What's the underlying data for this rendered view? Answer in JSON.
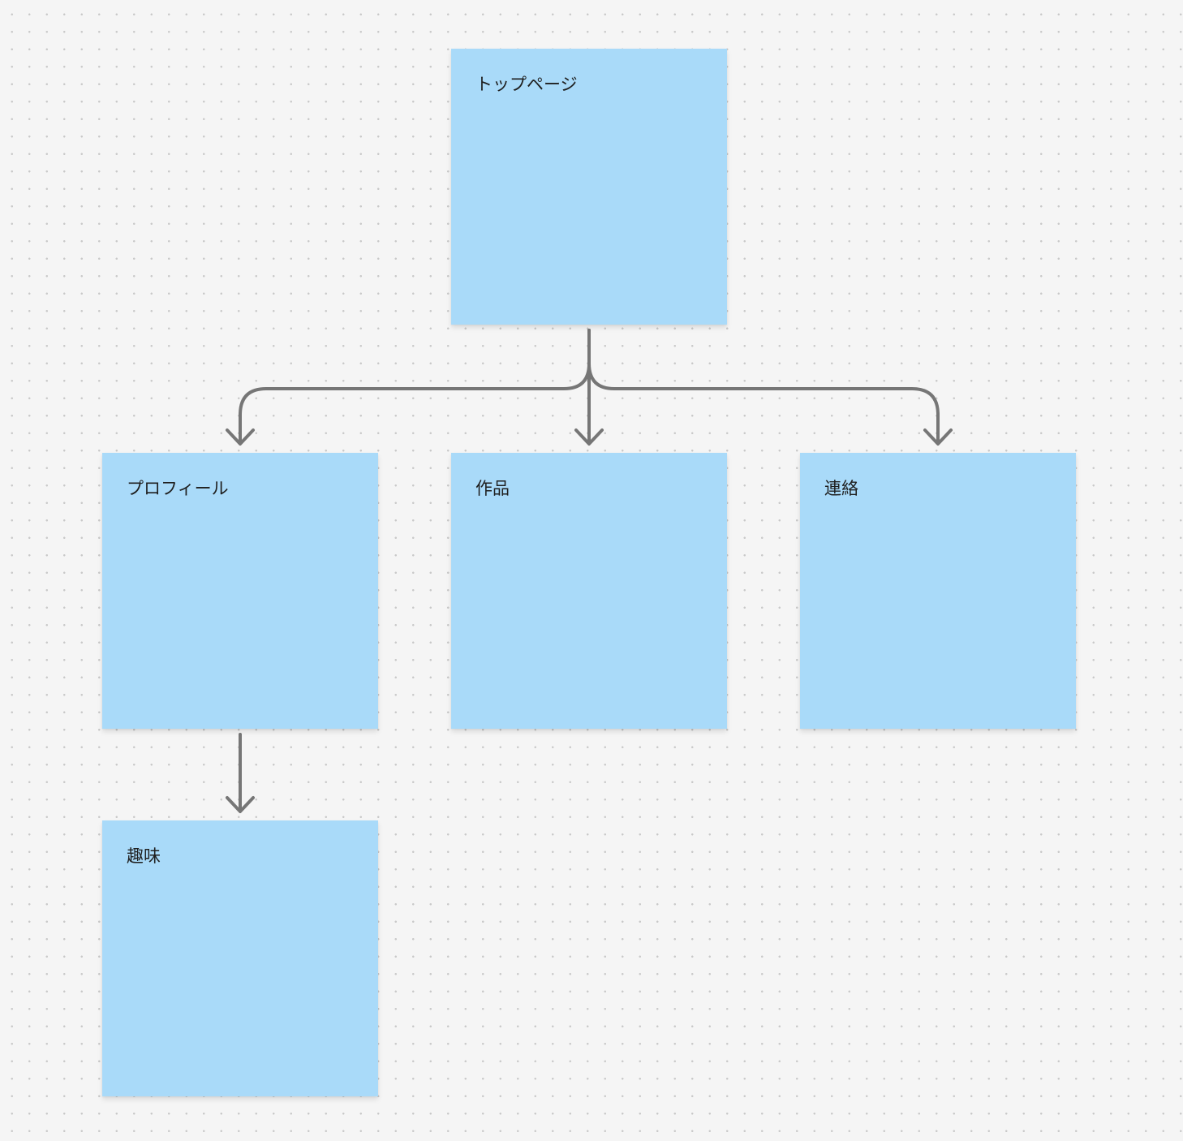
{
  "board": {
    "background_color": "#f5f5f5",
    "sticky_color": "#a9daf9",
    "connector_color": "#767676"
  },
  "notes": {
    "top": {
      "label": "トップページ"
    },
    "profile": {
      "label": "プロフィール"
    },
    "works": {
      "label": "作品"
    },
    "contact": {
      "label": "連絡"
    },
    "hobby": {
      "label": "趣味"
    }
  },
  "connections": [
    {
      "from": "top",
      "to": "profile"
    },
    {
      "from": "top",
      "to": "works"
    },
    {
      "from": "top",
      "to": "contact"
    },
    {
      "from": "profile",
      "to": "hobby"
    }
  ]
}
